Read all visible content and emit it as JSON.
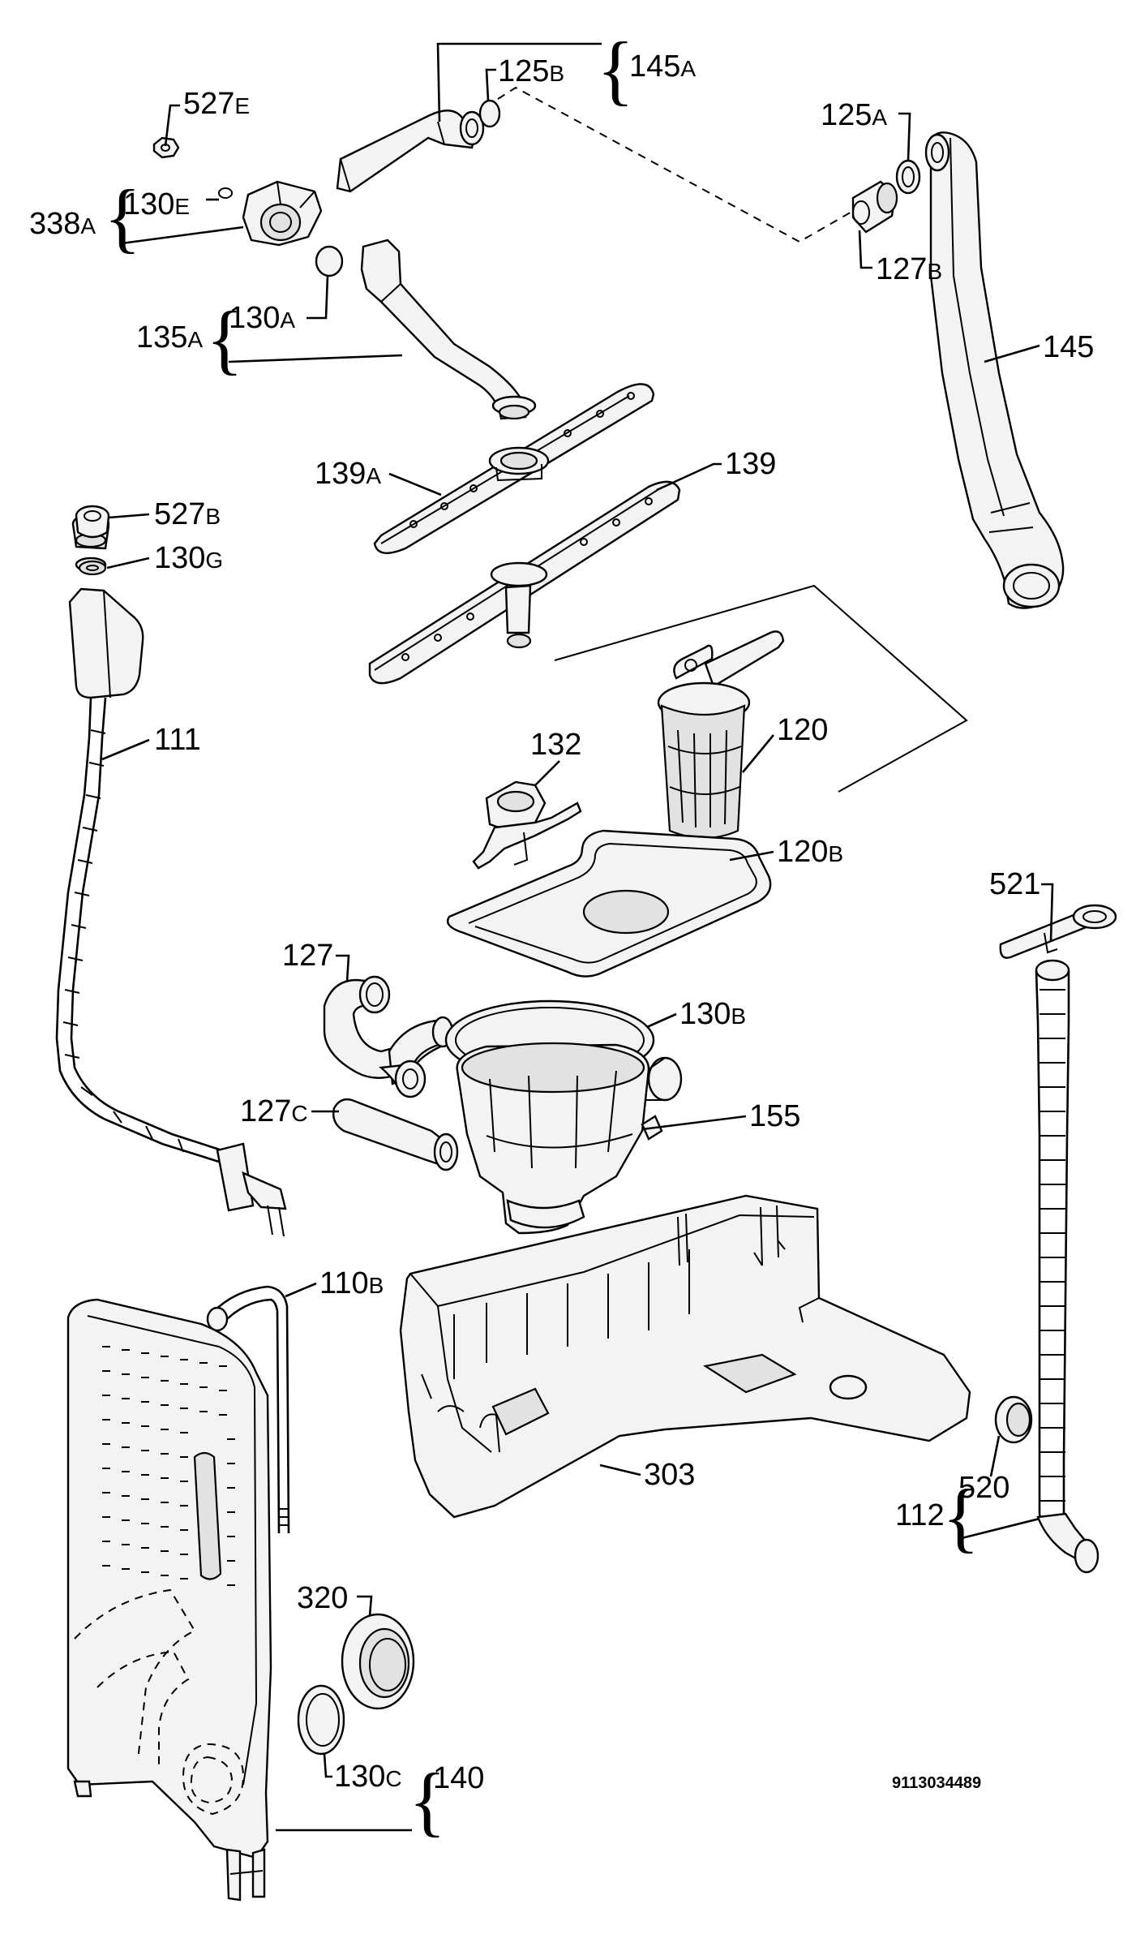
{
  "diagram": {
    "doc_number": "9113034489",
    "labels": [
      {
        "id": "527e",
        "num": "527",
        "suf": "E"
      },
      {
        "id": "125b",
        "num": "125",
        "suf": "B"
      },
      {
        "id": "145a",
        "num": "145",
        "suf": "A"
      },
      {
        "id": "125a",
        "num": "125",
        "suf": "A"
      },
      {
        "id": "338a",
        "num": "338",
        "suf": "A"
      },
      {
        "id": "130e",
        "num": "130",
        "suf": "E"
      },
      {
        "id": "127b",
        "num": "127",
        "suf": "B"
      },
      {
        "id": "135a",
        "num": "135",
        "suf": "A"
      },
      {
        "id": "130a",
        "num": "130",
        "suf": "A"
      },
      {
        "id": "145",
        "num": "145",
        "suf": ""
      },
      {
        "id": "139a",
        "num": "139",
        "suf": "A"
      },
      {
        "id": "139",
        "num": "139",
        "suf": ""
      },
      {
        "id": "527b",
        "num": "527",
        "suf": "B"
      },
      {
        "id": "130g",
        "num": "130",
        "suf": "G"
      },
      {
        "id": "111",
        "num": "111",
        "suf": ""
      },
      {
        "id": "120",
        "num": "120",
        "suf": ""
      },
      {
        "id": "132",
        "num": "132",
        "suf": ""
      },
      {
        "id": "120b",
        "num": "120",
        "suf": "B"
      },
      {
        "id": "521",
        "num": "521",
        "suf": ""
      },
      {
        "id": "127",
        "num": "127",
        "suf": ""
      },
      {
        "id": "130b",
        "num": "130",
        "suf": "B"
      },
      {
        "id": "127c",
        "num": "127",
        "suf": "C"
      },
      {
        "id": "155",
        "num": "155",
        "suf": ""
      },
      {
        "id": "110b",
        "num": "110",
        "suf": "B"
      },
      {
        "id": "303",
        "num": "303",
        "suf": ""
      },
      {
        "id": "112",
        "num": "112",
        "suf": ""
      },
      {
        "id": "520",
        "num": "520",
        "suf": ""
      },
      {
        "id": "320",
        "num": "320",
        "suf": ""
      },
      {
        "id": "130c",
        "num": "130",
        "suf": "C"
      },
      {
        "id": "140",
        "num": "140",
        "suf": ""
      }
    ]
  }
}
